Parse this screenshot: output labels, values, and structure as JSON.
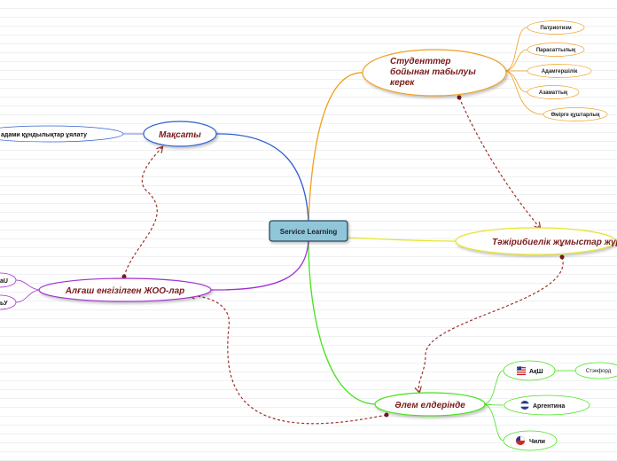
{
  "center": {
    "label": "Service Learning"
  },
  "topics": {
    "students": {
      "label_lines": [
        "Студенттер",
        "бойынан табылуы",
        "керек"
      ]
    },
    "goal": {
      "label": "Мақсаты"
    },
    "practice": {
      "label": "Тәжірибиелік жұмыстар жүред"
    },
    "world": {
      "label": "Әлем елдерінде"
    },
    "first": {
      "label": "Алғаш енгізілген ЖОО-лар"
    }
  },
  "students_children": [
    "Патриотизм",
    "Парасаттылық",
    "Адамгершілік",
    "Азаматтық",
    "Өмірге құштарлық"
  ],
  "goal_child": {
    "label": "адами құндылықтар ұялату"
  },
  "first_children": [
    "аU",
    "ьУ"
  ],
  "world_children": {
    "usa": {
      "label": "АқШ",
      "flag": "usa-flag-icon"
    },
    "argentina": {
      "label": "Аргентина",
      "flag": "argentina-flag-icon"
    },
    "chile": {
      "label": "Чили",
      "flag": "chile-flag-icon"
    }
  },
  "usa_child": {
    "label": "Стэнфорд"
  },
  "colors": {
    "students": "#f0a020",
    "goal": "#2f5fd0",
    "practice": "#e6e62a",
    "world": "#46e21c",
    "first": "#a030d0",
    "relation": "#a0302a",
    "center_fill": "#8fc6d8"
  }
}
